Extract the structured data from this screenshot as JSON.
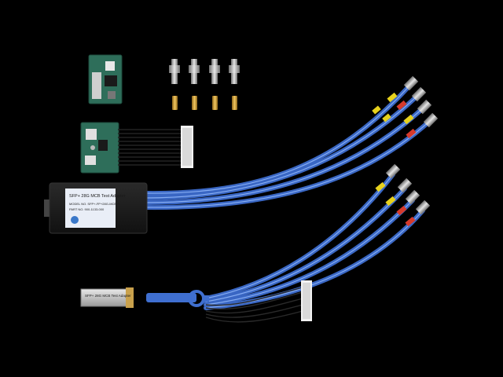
{
  "adapter_box": {
    "title": "SFP+ 28G MCB Test Adapter",
    "model": "MODEL NO. SFP+-FP+28G-MCB-R",
    "part": "PART NO. 900-1133-000"
  },
  "sfp_module": {
    "title": "SFP+ 28G MCB Test Adapter"
  },
  "colors": {
    "background": "#000000",
    "cable_blue": "#3f6fd0",
    "cable_highlight": "#7aa6f2",
    "pcb_green": "#2e6e5a",
    "gold": "#d6a23a",
    "label_yellow": "#e7d21d",
    "label_red": "#d63a2c",
    "box_black": "#1c1c1c"
  }
}
